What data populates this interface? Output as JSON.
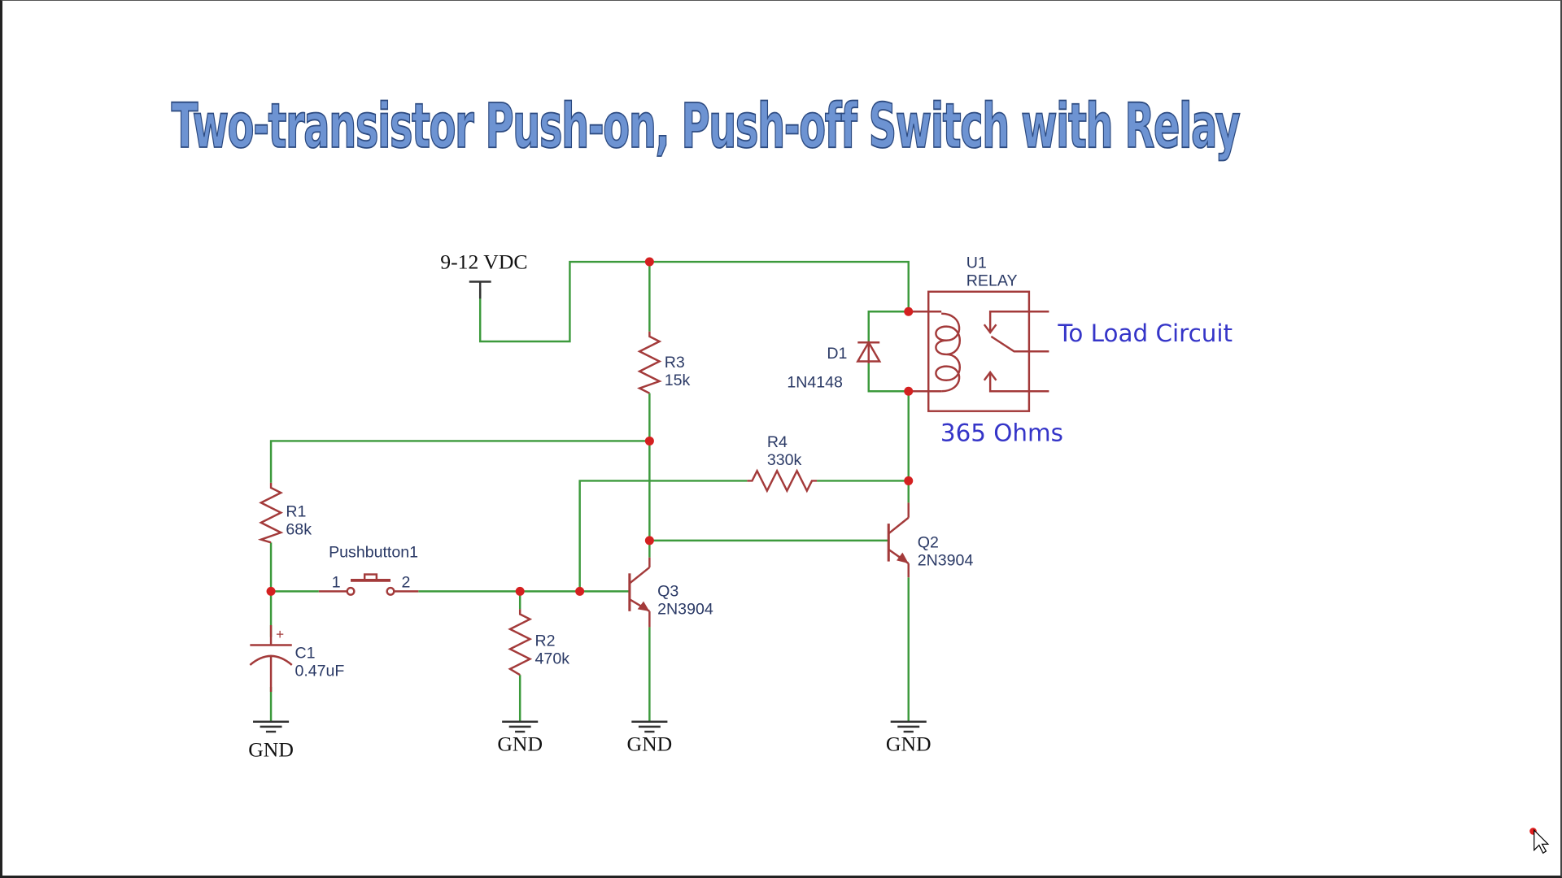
{
  "title": "Two-transistor Push-on, Push-off Switch with Relay",
  "supply": {
    "label": "9-12 VDC"
  },
  "components": {
    "r1": {
      "ref": "R1",
      "value": "68k"
    },
    "r2": {
      "ref": "R2",
      "value": "470k"
    },
    "r3": {
      "ref": "R3",
      "value": "15k"
    },
    "r4": {
      "ref": "R4",
      "value": "330k"
    },
    "c1": {
      "ref": "C1",
      "value": "0.47uF",
      "polarity": "+"
    },
    "q2": {
      "ref": "Q2",
      "value": "2N3904"
    },
    "q3": {
      "ref": "Q3",
      "value": "2N3904"
    },
    "d1": {
      "ref": "D1",
      "value": "1N4148"
    },
    "u1": {
      "ref": "U1",
      "value": "RELAY"
    }
  },
  "pushbutton": {
    "ref": "Pushbutton1",
    "pin1": "1",
    "pin2": "2"
  },
  "grounds": [
    "GND",
    "GND",
    "GND",
    "GND"
  ],
  "annotations": {
    "load": "To Load Circuit",
    "coil_resistance": "365 Ohms"
  },
  "colors": {
    "wire": "#3c9a3c",
    "component": "#a33a3a",
    "junction": "#d42020",
    "title": "#6d93d2",
    "annotation": "#3535c8"
  }
}
